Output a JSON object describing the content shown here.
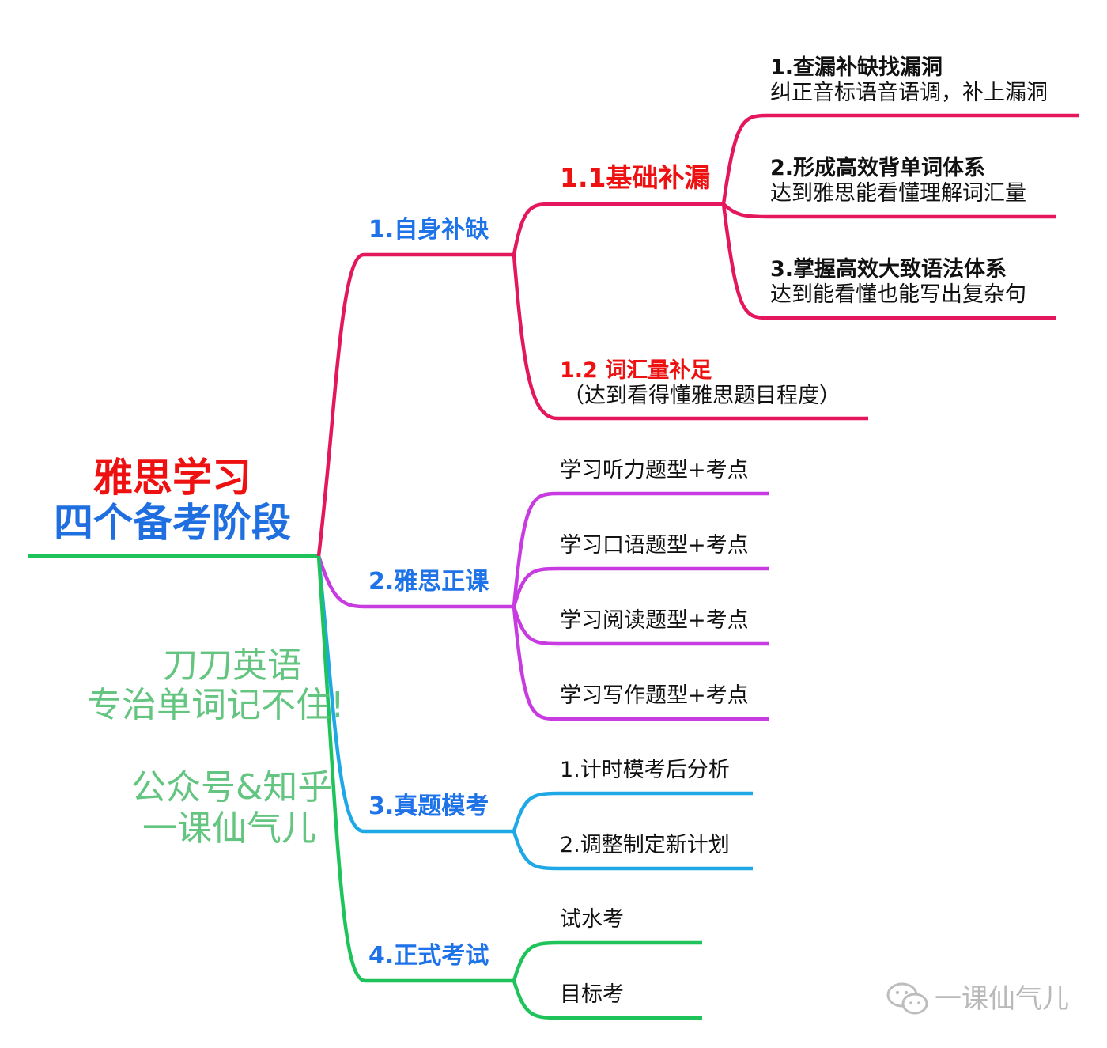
{
  "root": {
    "line1": "雅思学习",
    "line2": "四个备考阶段"
  },
  "branches": [
    {
      "label": "1.自身补缺",
      "color": "#e3165e",
      "children": [
        {
          "label": "1.1基础补漏",
          "items": [
            {
              "title": "1.查漏补缺找漏洞",
              "desc": "纠正音标语音语调，补上漏洞"
            },
            {
              "title": "2.形成高效背单词体系",
              "desc": "达到雅思能看懂理解词汇量"
            },
            {
              "title": "3.掌握高效大致语法体系",
              "desc": "达到能看懂也能写出复杂句"
            }
          ]
        },
        {
          "label": "1.2 词汇量补足",
          "desc": "（达到看得懂雅思题目程度）"
        }
      ]
    },
    {
      "label": "2.雅思正课",
      "color": "#c83be0",
      "items": [
        "学习听力题型+考点",
        "学习口语题型+考点",
        "学习阅读题型+考点",
        "学习写作题型+考点"
      ]
    },
    {
      "label": "3.真题模考",
      "color": "#1ea9e6",
      "items": [
        "1.计时模考后分析",
        "2.调整制定新计划"
      ]
    },
    {
      "label": "4.正式考试",
      "color": "#1ec45a",
      "items": [
        "试水考",
        "目标考"
      ]
    }
  ],
  "watermark": {
    "line1": "刀刀英语",
    "line2": "专治单词记不住!",
    "line3": "公众号&知乎",
    "line4": "一课仙气儿"
  },
  "wechat_label": "一课仙气儿",
  "root_color": "#1ec45a"
}
